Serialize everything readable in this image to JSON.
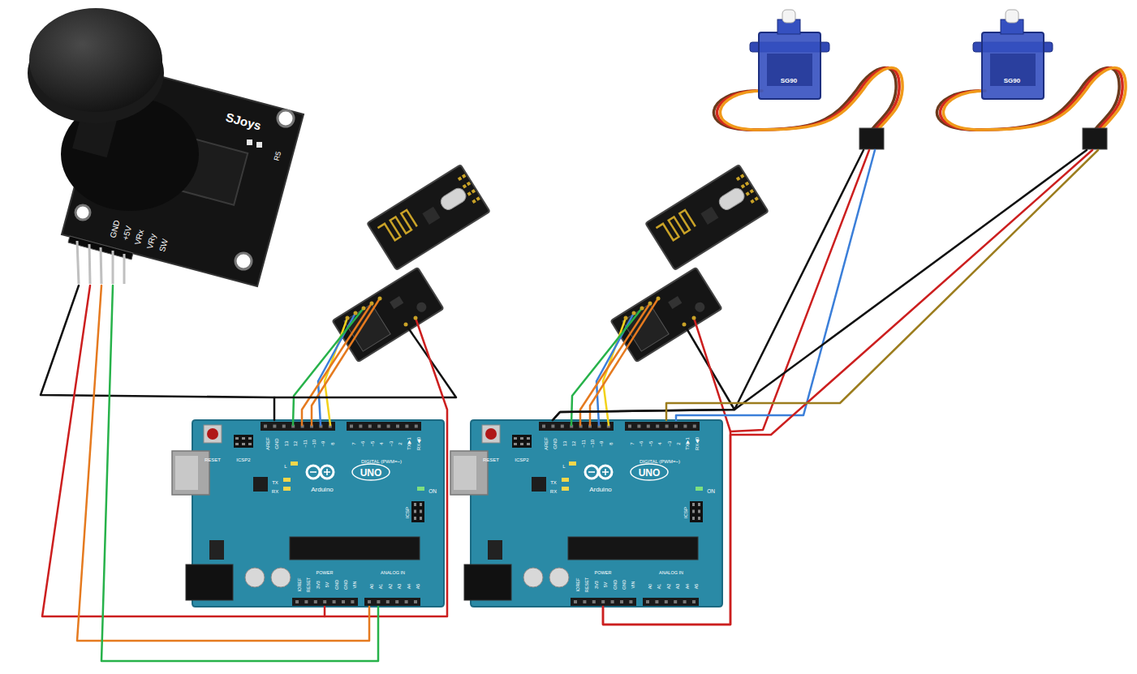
{
  "diagram": {
    "nodes": [
      {
        "text": [
          "SJoys"
        ]
      },
      {
        "text": [
          "SG90"
        ]
      },
      {
        "text": [
          "SG90"
        ]
      },
      {
        "text": [
          "UNO",
          "Arduino"
        ]
      },
      {
        "text": [
          "UNO",
          "Arduino"
        ]
      }
    ],
    "edges": [
      {
        "from": 0,
        "to": 3,
        "arrow": "none"
      },
      {
        "from": 0,
        "to": 3,
        "arrow": "none"
      },
      {
        "from": 0,
        "to": 3,
        "arrow": "none"
      },
      {
        "from": 0,
        "to": 3,
        "arrow": "none"
      },
      {
        "from": 1,
        "to": 4,
        "arrow": "none"
      },
      {
        "from": 1,
        "to": 4,
        "arrow": "none"
      },
      {
        "from": 1,
        "to": 4,
        "arrow": "none"
      },
      {
        "from": 2,
        "to": 4,
        "arrow": "none"
      },
      {
        "from": 2,
        "to": 4,
        "arrow": "none"
      },
      {
        "from": 2,
        "to": 4,
        "arrow": "none"
      }
    ],
    "labels": [
      "GND",
      "+5V",
      "VRx",
      "VRy",
      "SW",
      "R5",
      "RESET",
      "ICSP2",
      "AREF",
      "GND",
      "13",
      "12",
      "~11",
      "~10",
      "~9",
      "8",
      "7",
      "~6",
      "~5",
      "4",
      "~3",
      "2",
      "TX▶1",
      "RX◀0",
      "DIGITAL (PWM=~)",
      "L",
      "TX",
      "RX",
      "ON",
      "ICSP",
      "IOREF",
      "RESET",
      "3V3",
      "5V",
      "GND",
      "GND",
      "VIN",
      "POWER",
      "A0",
      "A1",
      "A2",
      "A3",
      "A4",
      "A5",
      "ANALOG IN",
      "RESET",
      "ICSP2",
      "AREF",
      "GND",
      "13",
      "12",
      "~11",
      "~10",
      "~9",
      "8",
      "7",
      "~6",
      "~5",
      "4",
      "~3",
      "2",
      "TX▶1",
      "RX◀0",
      "DIGITAL (PWM=~)",
      "L",
      "TX",
      "RX",
      "ON",
      "ICSP",
      "IOREF",
      "RESET",
      "3V3",
      "5V",
      "GND",
      "GND",
      "VIN",
      "POWER",
      "A0",
      "A1",
      "A2",
      "A3",
      "A4",
      "A5",
      "ANALOG IN"
    ]
  }
}
